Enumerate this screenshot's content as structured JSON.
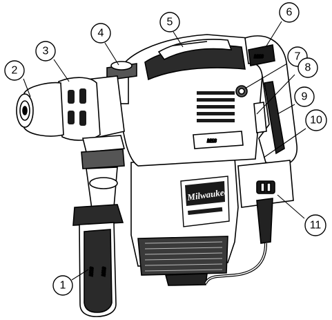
{
  "figure": {
    "brand_label": "Milwaukee",
    "callouts": [
      {
        "id": "1",
        "label": "1"
      },
      {
        "id": "2",
        "label": "2"
      },
      {
        "id": "3",
        "label": "3"
      },
      {
        "id": "4",
        "label": "4"
      },
      {
        "id": "5",
        "label": "5"
      },
      {
        "id": "6",
        "label": "6"
      },
      {
        "id": "7",
        "label": "7"
      },
      {
        "id": "8",
        "label": "8"
      },
      {
        "id": "9",
        "label": "9"
      },
      {
        "id": "10",
        "label": "10"
      },
      {
        "id": "11",
        "label": "11"
      }
    ]
  }
}
